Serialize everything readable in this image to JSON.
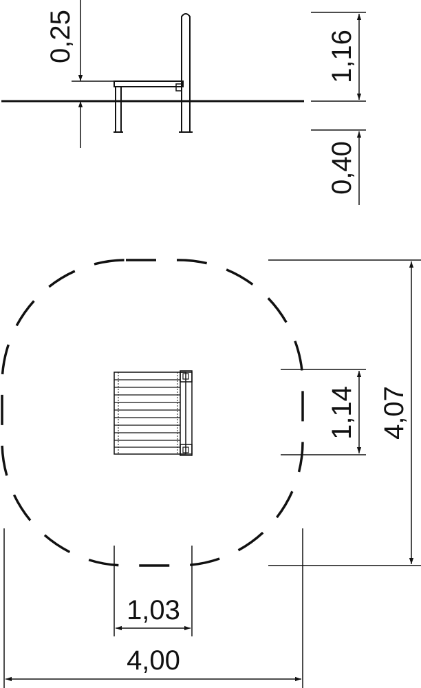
{
  "colors": {
    "ink": "#111111",
    "background": "#ffffff"
  },
  "side_view": {
    "dim_seat_height_above": "0,25",
    "dim_back_height": "1,16",
    "dim_foundation_depth": "0,40"
  },
  "plan_view": {
    "dim_bench_depth": "1,14",
    "dim_safety_area_depth": "4,07",
    "dim_bench_width": "1,03",
    "dim_safety_area_width": "4,00"
  }
}
